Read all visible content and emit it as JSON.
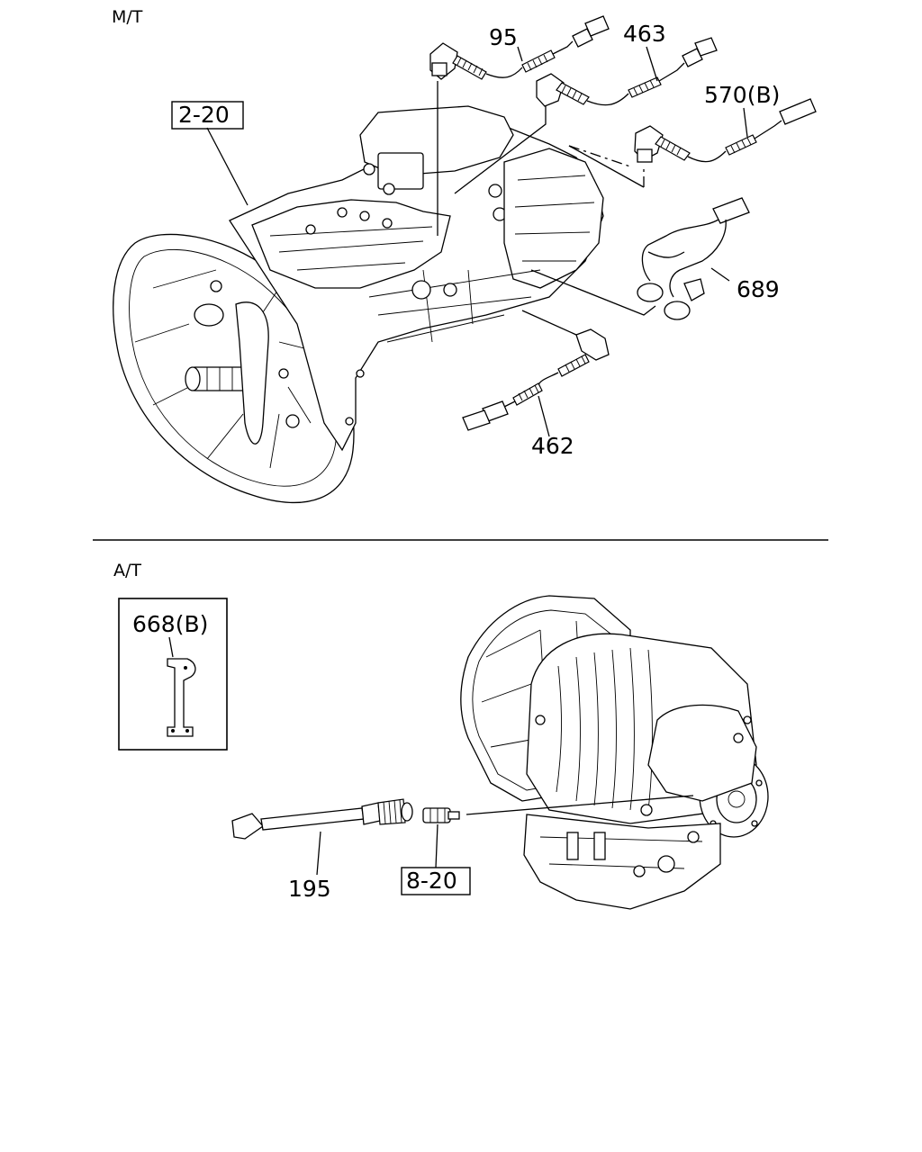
{
  "sections": {
    "mt": "M/T",
    "at": "A/T"
  },
  "callouts": {
    "c95": "95",
    "c463": "463",
    "c570b": "570(B)",
    "c2_20": "2-20",
    "c689": "689",
    "c462": "462",
    "c668b": "668(B)",
    "c195": "195",
    "c8_20": "8-20"
  }
}
